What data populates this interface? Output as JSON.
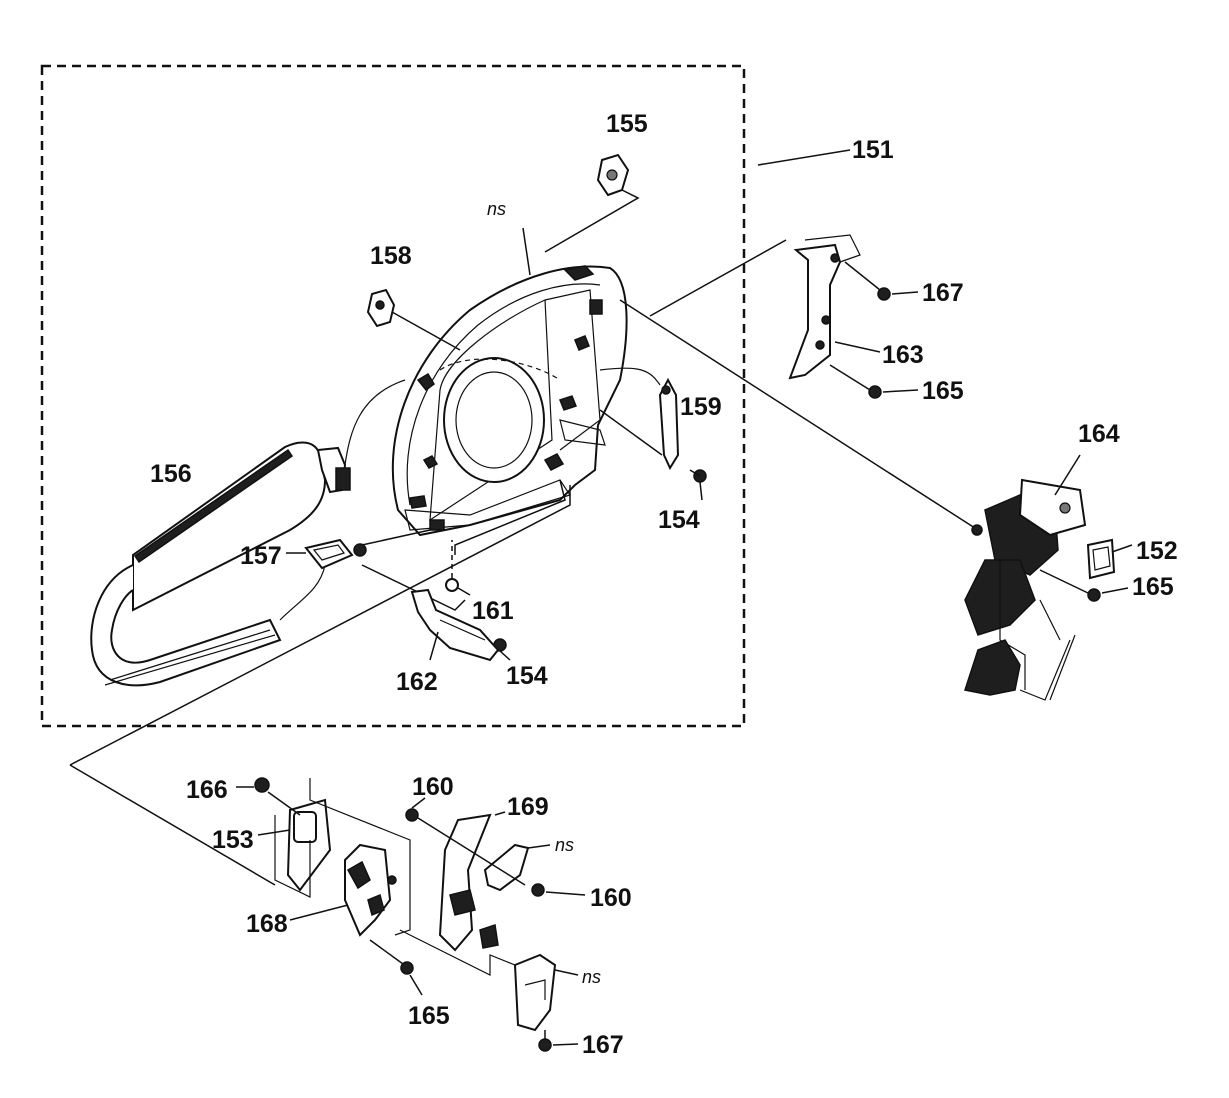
{
  "labels": {
    "l151": "151",
    "l152": "152",
    "l153": "153",
    "l154a": "154",
    "l154b": "154",
    "l155": "155",
    "l156": "156",
    "l157": "157",
    "l158": "158",
    "l159": "159",
    "l160a": "160",
    "l160b": "160",
    "l161": "161",
    "l162": "162",
    "l163": "163",
    "l164": "164",
    "l165a": "165",
    "l165b": "165",
    "l165c": "165",
    "l166": "166",
    "l167a": "167",
    "l167b": "167",
    "l168": "168",
    "l169": "169",
    "ns1": "ns",
    "ns2": "ns",
    "ns3": "ns"
  },
  "colors": {
    "line": "#111111",
    "background": "#ffffff"
  }
}
